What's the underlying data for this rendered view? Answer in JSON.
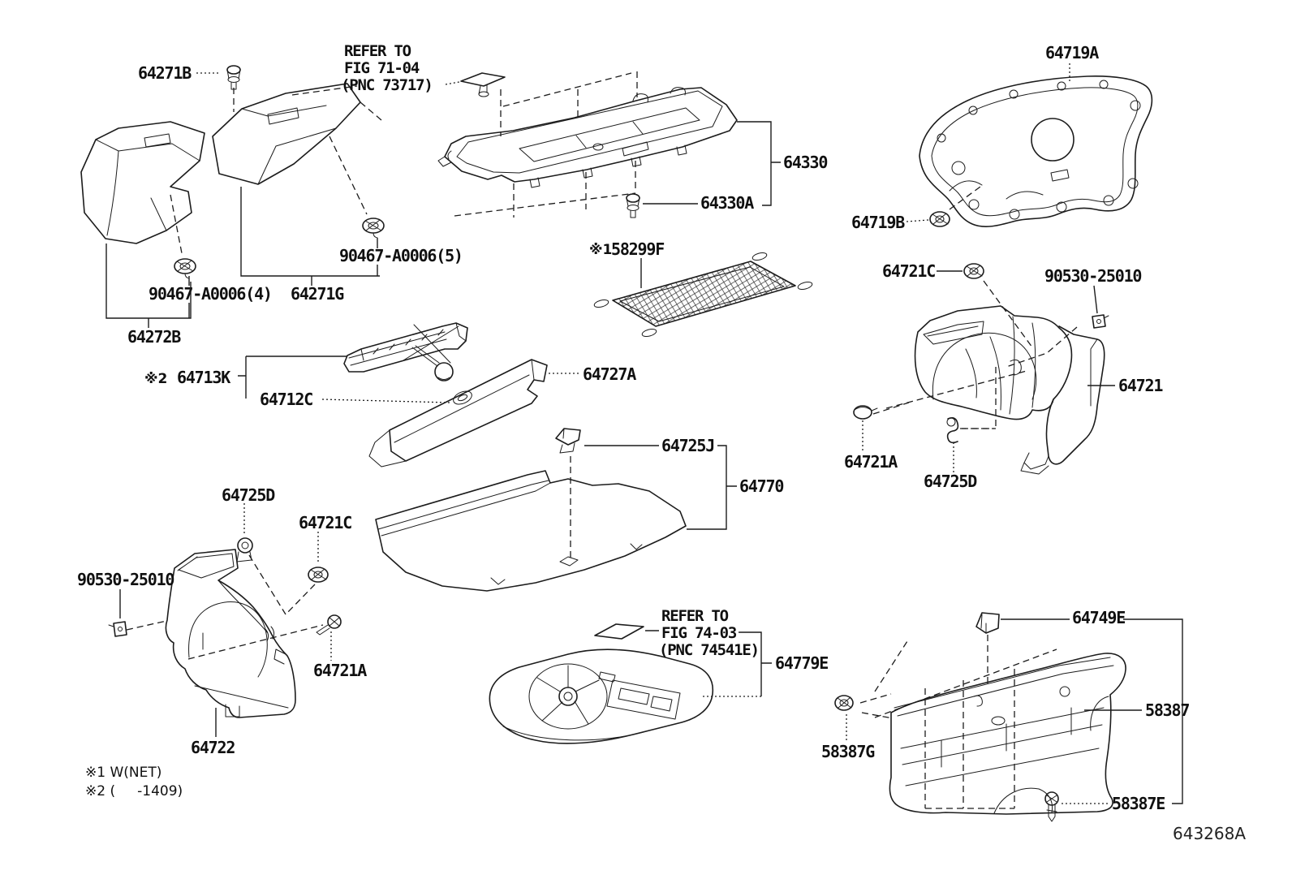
{
  "figure": {
    "code": "643268A",
    "footnote1": "※1 W(NET)",
    "footnote2": "※2 (     -1409)"
  },
  "references": {
    "fig7104": {
      "l1": "REFER TO",
      "l2": "FIG 71-04",
      "l3": "(PNC 73717)"
    },
    "fig7403": {
      "l1": "REFER TO",
      "l2": "FIG 74-03",
      "l3": "(PNC 74541E)"
    }
  },
  "parts": {
    "c64271B": "64271B",
    "c64272B": "64272B",
    "c64271G": "64271G",
    "c90467_4": "90467-A0006(4)",
    "c90467_5": "90467-A0006(5)",
    "c64330": "64330",
    "c64330A": "64330A",
    "c64719A": "64719A",
    "c64719B": "64719B",
    "n1prefix": "※1",
    "c58299F": "58299F",
    "n2prefix": "※2",
    "c64713K": "64713K",
    "c64712C": "64712C",
    "c64727A": "64727A",
    "c64721": "64721",
    "c64721A": "64721A",
    "c64721C": "64721C",
    "c64725D": "64725D",
    "c64725J": "64725J",
    "c90530": "90530-25010",
    "c64770": "64770",
    "c64722": "64722",
    "c64779E": "64779E",
    "c64749E": "64749E",
    "c58387": "58387",
    "c58387G": "58387G",
    "c58387E": "58387E"
  },
  "colors": {
    "line": "#1c1c1c",
    "background": "#ffffff"
  }
}
